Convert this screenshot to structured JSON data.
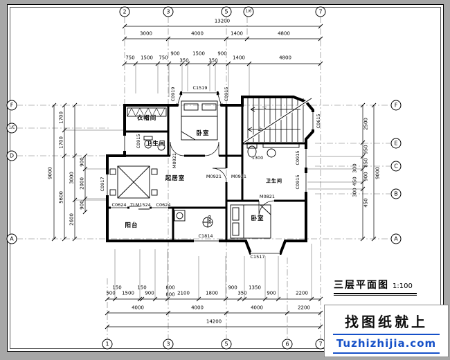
{
  "title": {
    "name": "三层平面图",
    "scale": "1:100"
  },
  "watermark": {
    "slogan": "找图纸就上",
    "site": "Tuzhizhijia.com"
  },
  "colors": {
    "background": "#a7a7a7",
    "paper": "#ffffff",
    "watermark_blue": "#1550c8"
  },
  "axes": {
    "top": [
      "2",
      "3",
      "5",
      "1/6",
      "7"
    ],
    "bottom": [
      "1",
      "3",
      "5",
      "6",
      "7"
    ],
    "left": [
      "F",
      "1/E",
      "D",
      "A"
    ],
    "right": [
      "F",
      "E",
      "C",
      "B",
      "A"
    ]
  },
  "dims": {
    "top_total": "13200",
    "top_major": [
      "3000",
      "4000",
      "1400",
      "4800"
    ],
    "top_minor": [
      "750",
      "1500",
      "750",
      "900",
      "350",
      "1500",
      "350",
      "900",
      "1400",
      "4800"
    ],
    "bottom_minor": [
      "500",
      "150",
      "1500",
      "150",
      "900",
      "800",
      "800",
      "2100",
      "1800",
      "900",
      "350",
      "1350",
      "900",
      "2200"
    ],
    "bottom_major": [
      "4000",
      "4000",
      "4000",
      "2200"
    ],
    "bottom_total": "14200",
    "left_outer": "9000",
    "left_mid": [
      "1700",
      "1700",
      "5600"
    ],
    "left_inner": [
      "3000",
      "2600"
    ],
    "left_minor": [
      "900",
      "2000",
      "900"
    ],
    "right_outer": "9000",
    "right_inner": [
      "2500",
      "950",
      "850",
      "900",
      "450"
    ],
    "right_minor": [
      "300",
      "450",
      "300"
    ]
  },
  "rooms": {
    "cloakroom": "衣帽间",
    "bath_left": "卫生间",
    "bedroom_top": "卧室",
    "living": "起居室",
    "balcony": "阳台",
    "bath_right": "卫生间",
    "bedroom_bottom": "卧室"
  },
  "openings": {
    "c1519": "C1519",
    "c0919": "C0919",
    "c0915": "C0915",
    "c0917": "C0917",
    "c0615": "C0615",
    "m0921": "M0921",
    "m0821": "M0821",
    "c0624": "C0624",
    "tlm1524": "TLM1524",
    "c1814": "C1814",
    "c1517": "C1517"
  },
  "annot": {
    "d1300": "1300",
    "d800": "800",
    "up": "上",
    "down": "下"
  }
}
